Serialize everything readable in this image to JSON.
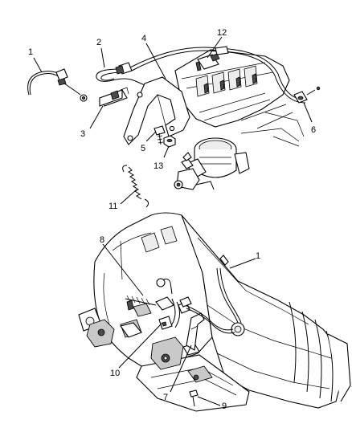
{
  "callouts": [
    {
      "id": "c1a",
      "label": "1"
    },
    {
      "id": "c2",
      "label": "2"
    },
    {
      "id": "c3",
      "label": "3"
    },
    {
      "id": "c4",
      "label": "4"
    },
    {
      "id": "c5",
      "label": "5"
    },
    {
      "id": "c6",
      "label": "6"
    },
    {
      "id": "c11",
      "label": "11"
    },
    {
      "id": "c12",
      "label": "12"
    },
    {
      "id": "c13",
      "label": "13"
    },
    {
      "id": "c8",
      "label": "8"
    },
    {
      "id": "c1b",
      "label": "1"
    },
    {
      "id": "c10",
      "label": "10"
    },
    {
      "id": "c7",
      "label": "7"
    },
    {
      "id": "c9",
      "label": "9"
    }
  ]
}
